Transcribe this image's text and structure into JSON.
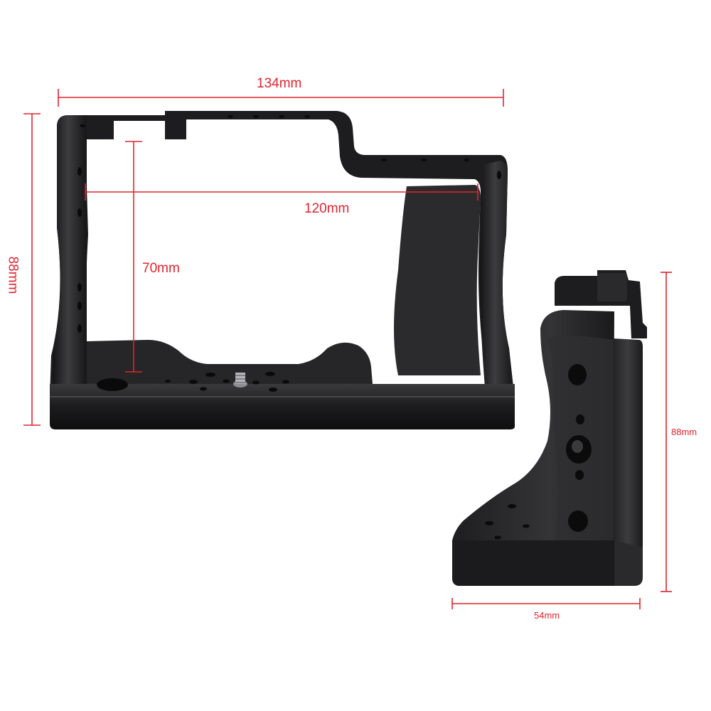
{
  "dimensions": {
    "cage_width": "134mm",
    "cage_inner_width": "120mm",
    "cage_inner_height": "70mm",
    "cage_height": "88mm",
    "grip_height": "88mm",
    "grip_width": "54mm"
  },
  "colors": {
    "dimension_line": "#e0242f",
    "metal_dark": "#1b1b1d",
    "metal_mid": "#2c2c2f",
    "metal_highlight": "#4a4a4e",
    "background": "#ffffff"
  }
}
